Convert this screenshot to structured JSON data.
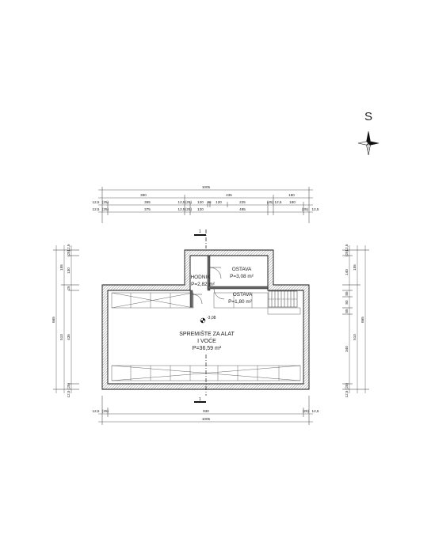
{
  "north": {
    "label": "S",
    "icon": "north-arrow-icon"
  },
  "rooms": [
    {
      "id": "hodnik",
      "name": "HODNIK",
      "area": "P=2,82 m²"
    },
    {
      "id": "ostava-upper",
      "name": "OSTAVA",
      "area": "P=3,08 m²"
    },
    {
      "id": "ostava-lower",
      "name": "OSTAVA",
      "area": "P=1,80 m²"
    },
    {
      "id": "spremiste",
      "name_line1": "SPREMIŠTE ZA ALAT",
      "name_line2": "I VOĆE",
      "area": "P=36,59 m²"
    }
  ],
  "level_mark": "-3,08",
  "section_marks": [
    "1",
    "1"
  ],
  "dimensions": {
    "top": {
      "overall": "1005",
      "row1": [
        "390",
        "435",
        "180"
      ],
      "row2": [
        "12,5",
        "(25)",
        "365",
        "12,5",
        "(25)",
        "120",
        "96",
        "120",
        "225",
        "(25)",
        "12,5",
        "180"
      ],
      "row3": [
        "12,5",
        "(25)",
        "375",
        "12,5",
        "(25)",
        "120",
        "495",
        "(25)",
        "12,5"
      ]
    },
    "bottom": {
      "row1": [
        "12,5",
        "(25)",
        "930",
        "(25)",
        "12,5"
      ],
      "overall": "1005"
    },
    "left": {
      "overall": "665",
      "outer": [
        "155",
        "510"
      ],
      "inner": [
        "12,5",
        "(25)",
        "130",
        "25",
        "435",
        "(25)",
        "12,5"
      ]
    },
    "right": {
      "overall": "665",
      "outer": [
        "155",
        "510"
      ],
      "inner": [
        "12,5",
        "(25)",
        "140",
        "85",
        "80",
        "85",
        "340",
        "(25)",
        "12,5"
      ]
    }
  }
}
